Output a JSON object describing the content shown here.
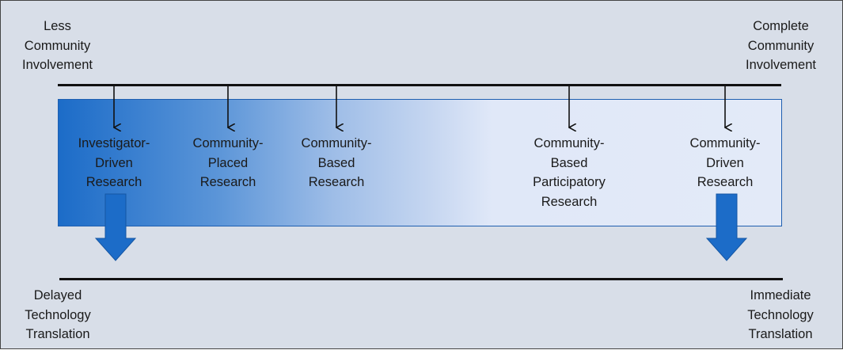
{
  "axis": {
    "top_left": "Less\nCommunity\nInvolvement",
    "top_right": "Complete\nCommunity\nInvolvement",
    "bottom_left": "Delayed\nTechnology\nTranslation",
    "bottom_right": "Immediate\nTechnology\nTranslation"
  },
  "stages": [
    {
      "label": "Investigator-\nDriven\nResearch"
    },
    {
      "label": "Community-\nPlaced\nResearch"
    },
    {
      "label": "Community-\nBased\nResearch"
    },
    {
      "label": "Community-\nBased\nParticipatory\nResearch"
    },
    {
      "label": "Community-\nDriven\nResearch"
    }
  ],
  "colors": {
    "gradient_start": "#1c6cc8",
    "gradient_end": "#e3eaf8",
    "big_arrow": "#1c6cc8",
    "line": "#111111"
  }
}
